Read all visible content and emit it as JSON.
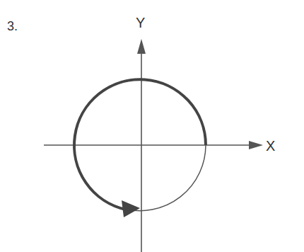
{
  "diagram": {
    "labels": [
      "3.",
      "Y",
      "X"
    ]
  }
}
